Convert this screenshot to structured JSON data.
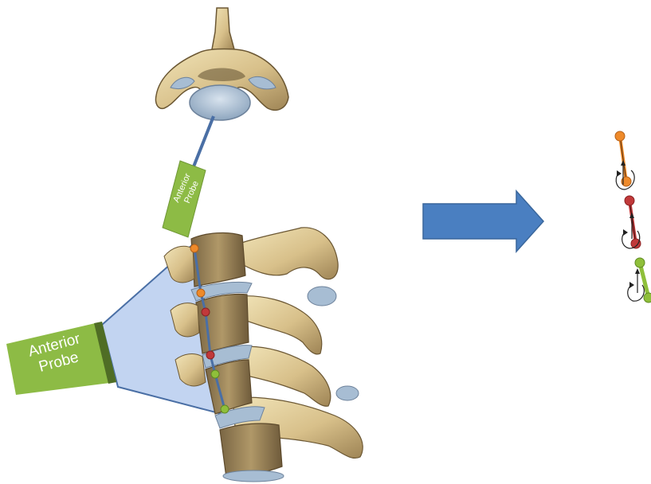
{
  "big_probe": {
    "line1": "Anterior",
    "line2": "Probe"
  },
  "small_probe": {
    "line1": "Anterior",
    "line2": "Probe"
  },
  "colors": {
    "probe_green": "#8dbb45",
    "probe_dark_green": "#4f6d25",
    "probe_field": "#b7cdef",
    "link_blue": "#4a6fa5",
    "arrow_blue": "#4a7fc1",
    "arrow_border": "#3a679c",
    "marker_orange": "#ef8a2a",
    "marker_red": "#c1393a",
    "marker_green": "#8fbf3a",
    "bone_light": "#e9d9a8",
    "bone_mid": "#cbb27a",
    "bone_dark": "#8a7347",
    "disc_blue": "#a7bdd3"
  },
  "icons": [
    "right-arrow-icon",
    "rotation-arrow-icon",
    "up-arrow-icon"
  ]
}
